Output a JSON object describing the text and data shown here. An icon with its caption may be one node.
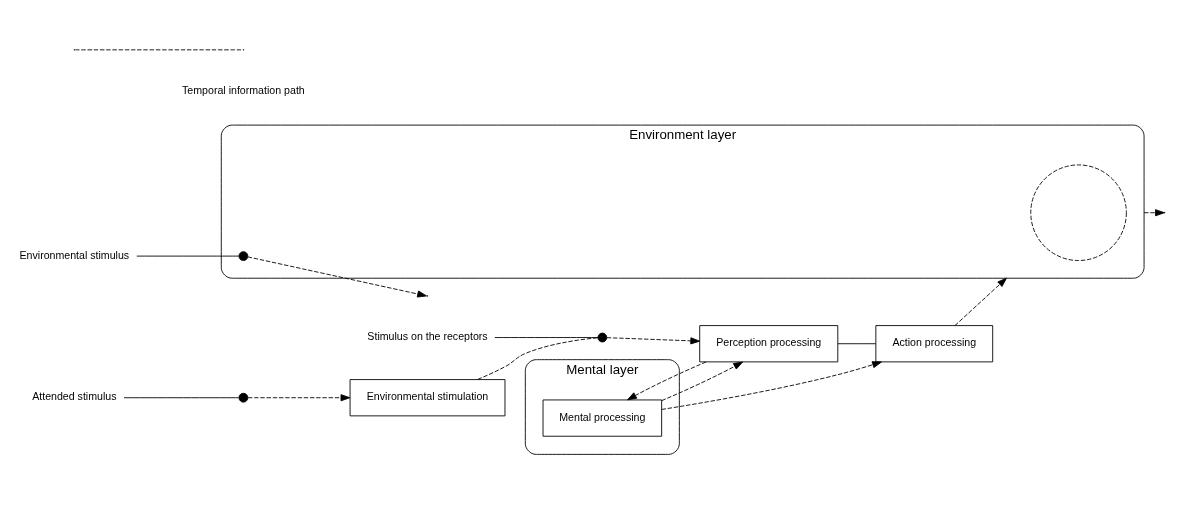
{
  "diagram": {
    "nodes": [
      {
        "text": [
          "Environment layer"
        ]
      },
      {
        "text": [
          "Mental layer"
        ]
      },
      {
        "text": [
          "Environmental stimulus"
        ]
      },
      {
        "text": [
          "Attended stimulus"
        ]
      },
      {
        "text": [
          "Stimulus on the receptors"
        ]
      },
      {
        "text": [],
        "shape": "circle",
        "in": 0
      },
      {
        "text": [],
        "shape": "circle"
      },
      {
        "text": [
          "Environmental stimulation"
        ]
      },
      {
        "text": [],
        "shape": "circle"
      },
      {
        "text": [
          "Perception processing"
        ]
      },
      {
        "text": [
          "Mental processing"
        ],
        "in": 1
      },
      {
        "text": [
          "Action processing"
        ]
      },
      {
        "text": [],
        "shape": "circle",
        "in": 0
      }
    ],
    "edges": [
      {
        "from": 2,
        "to": 12,
        "arrow": "none"
      },
      {
        "from": 3,
        "to": 6,
        "arrow": "none"
      },
      {
        "from": 4,
        "to": 8,
        "arrow": "none"
      },
      {
        "from": 12,
        "to": null,
        "arrow": "to",
        "style": "dashed"
      },
      {
        "from": 6,
        "to": 7,
        "arrow": "to",
        "style": "dashed"
      },
      {
        "from": 7,
        "to": 8,
        "arrow": "none",
        "style": "dashed"
      },
      {
        "from": 8,
        "to": 9,
        "arrow": "to",
        "style": "dashed"
      },
      {
        "from": 9,
        "to": 10,
        "arrow": "to",
        "style": "dashed"
      },
      {
        "from": 10,
        "to": 9,
        "arrow": "to",
        "style": "dashed"
      },
      {
        "from": 9,
        "to": 11,
        "arrow": "none"
      },
      {
        "from": 10,
        "to": 11,
        "arrow": "to",
        "style": "dashed"
      },
      {
        "from": 11,
        "to": 0,
        "arrow": "to",
        "style": "dashed"
      },
      {
        "from": 0,
        "to": null,
        "arrow": "to",
        "style": "dashed"
      }
    ],
    "legend": [
      {
        "text": "Temporal information path"
      }
    ]
  }
}
